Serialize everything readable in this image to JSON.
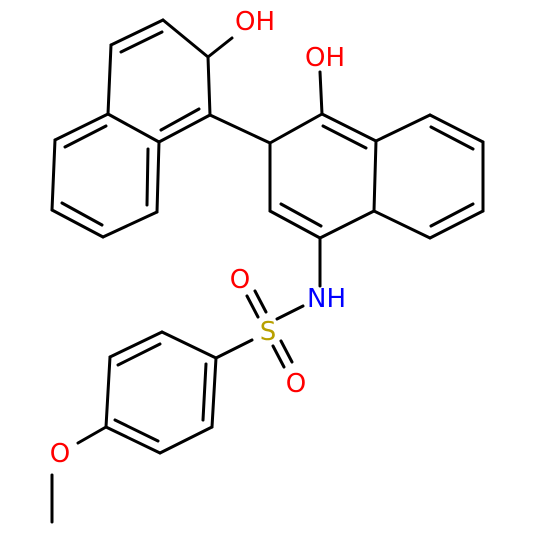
{
  "molecule": {
    "atom_labels": [
      {
        "id": "oh_naphthol_2",
        "text": "OH",
        "color": "#ff0000"
      },
      {
        "id": "oh_naphthol_1",
        "text": "OH",
        "color": "#ff0000"
      },
      {
        "id": "nh",
        "text": "NH",
        "color": "#0000ff"
      },
      {
        "id": "s",
        "text": "S",
        "color": "#b8a000"
      },
      {
        "id": "o_upper",
        "text": "O",
        "color": "#ff0000"
      },
      {
        "id": "o_lower",
        "text": "O",
        "color": "#ff0000"
      },
      {
        "id": "o_methoxy",
        "text": "O",
        "color": "#ff0000"
      }
    ]
  }
}
